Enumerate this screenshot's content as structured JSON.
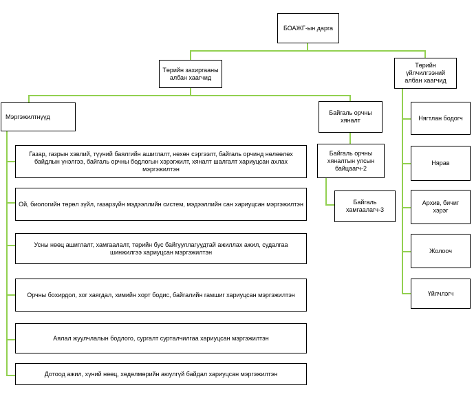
{
  "chart_data": {
    "type": "diagram",
    "nodes": {
      "head": "БОАЖГ-ын дарга",
      "admin": "Төрийн захиргааны албан хаагчид",
      "service": "Төрийн үйлчилгээний албан хаагчид",
      "specialties": "Мэргэжилтнүүд",
      "inspection": "Байгаль орчны хяналт",
      "inspector": "Байгаль орчны хяналтын улсын байцаагч-2",
      "ranger": "Байгаль хамгаалагч-3",
      "spec_items": [
        "Газар, газрын хэвлий, түүний баялгийн ашиглалт, нөхөн сэргээлт, байгаль орчинд нөлөөлөх байдлын үнэлгээ, байгаль орчны бодлогын хэрэгжилт, хяналт шалгалт хариуцсан ахлах мэргэжилтэн",
        "Ой, биологийн төрөл зүйл, газарзүйн мэдээллийн систем, мэдээллийн сан хариуцсан мэргэжилтэн",
        "Усны нөөц ашиглалт, хамгаалалт, төрийн бус байгууллагуудтай ажиллах ажил, судалгаа шинжилгээ хариуцсан мэргэжилтэн",
        "Орчны бохирдол, хог хаягдал, химийн хорт бодис, байгалийн гамшиг хариуцсан мэргэжилтэн",
        "Аялал жуулчлалын бодлого, сургалт сурталчилгаа хариуцсан мэргэжилтэн",
        "Дотоод ажил, хүний нөөц, хөдөлмөрийн аюулгүй байдал хариуцсан мэргэжилтэн"
      ],
      "service_items": [
        "Нягтлан бодогч",
        "Нярав",
        "Архив, бичиг хэрэг",
        "Жолооч",
        "Үйлчлэгч"
      ]
    },
    "colors": {
      "connector": "#92d050",
      "border": "#000000",
      "fill": "#ffffff"
    }
  }
}
